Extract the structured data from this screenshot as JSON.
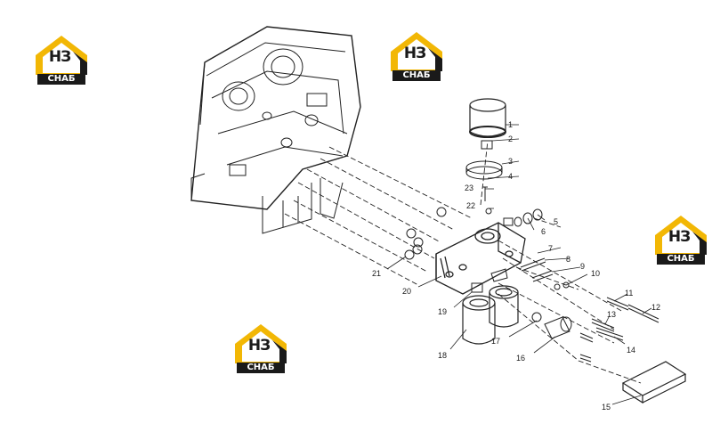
{
  "watermark": {
    "brand": "НЗ",
    "subtitle": "СНАБ",
    "colors": {
      "accent": "#f2b705",
      "dark": "#1a1a1a"
    }
  },
  "callouts": [
    {
      "n": "1"
    },
    {
      "n": "2"
    },
    {
      "n": "3"
    },
    {
      "n": "4"
    },
    {
      "n": "5"
    },
    {
      "n": "6"
    },
    {
      "n": "7"
    },
    {
      "n": "8"
    },
    {
      "n": "9"
    },
    {
      "n": "10"
    },
    {
      "n": "11"
    },
    {
      "n": "12"
    },
    {
      "n": "13"
    },
    {
      "n": "14"
    },
    {
      "n": "15"
    },
    {
      "n": "16"
    },
    {
      "n": "17"
    },
    {
      "n": "18"
    },
    {
      "n": "19"
    },
    {
      "n": "20"
    },
    {
      "n": "21"
    },
    {
      "n": "22"
    },
    {
      "n": "23"
    }
  ]
}
